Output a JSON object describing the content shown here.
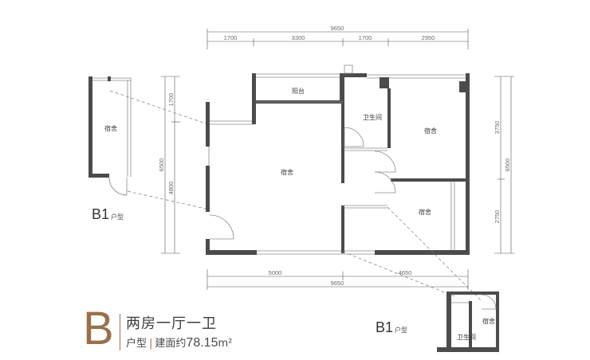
{
  "dimensions": {
    "top_segments": [
      "1700",
      "3300",
      "1700",
      "2950"
    ],
    "top_total": "9650",
    "bottom_segments": [
      "5000",
      "4650"
    ],
    "bottom_total": "9650",
    "left_segments": [
      "1700",
      "4800"
    ],
    "left_total": "6500",
    "right_segments": [
      "3750",
      "2750"
    ],
    "right_total": "6500"
  },
  "rooms": {
    "balcony": "阳台",
    "bathroom": "卫生间",
    "main_dorm": "宿舍",
    "upper_right_dorm": "宿舍",
    "lower_right_dorm": "宿舍",
    "left_inset_dorm": "宿舍",
    "right_inset_dorm": "宿舍",
    "right_inset_bath": "卫生间"
  },
  "insets": {
    "left_label_main": "B1",
    "left_label_sub": "户型",
    "right_label_main": "B1",
    "right_label_sub": "户型"
  },
  "legend": {
    "letter": "B",
    "title": "两房一厅一卫",
    "type_label": "户型",
    "separator": "|",
    "area_prefix": "建面约",
    "area_value": "78.15",
    "area_unit": "m²"
  },
  "colors": {
    "wall": "#4c4c4c",
    "accent": "#9b7048"
  }
}
